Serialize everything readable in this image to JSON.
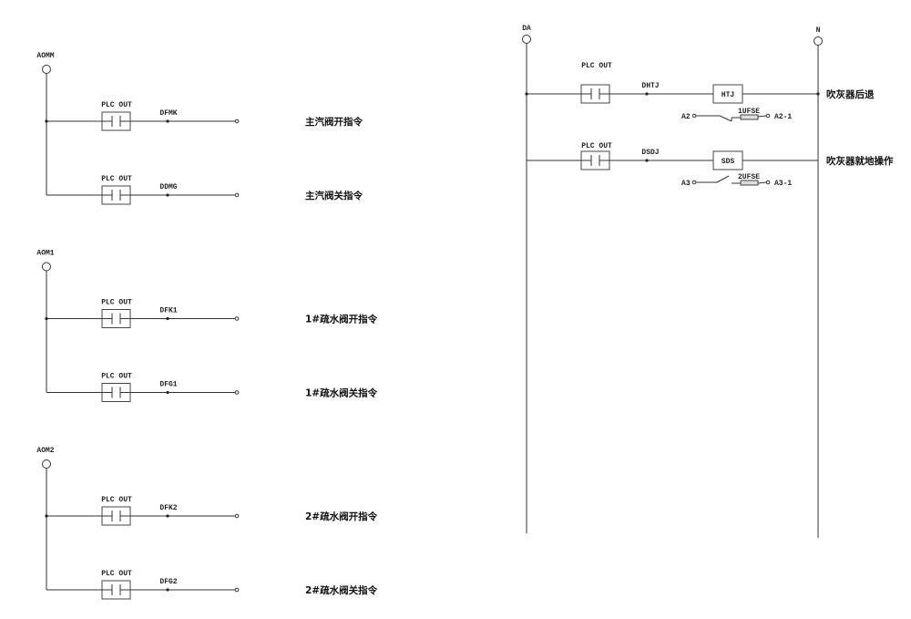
{
  "left_groups": [
    {
      "source": "AOMM",
      "rungs": [
        {
          "contact_label": "PLC OUT",
          "node": "DFMK",
          "description": "主汽阀开指令"
        },
        {
          "contact_label": "PLC OUT",
          "node": "DDMG",
          "description": "主汽阀关指令"
        }
      ]
    },
    {
      "source": "AOM1",
      "rungs": [
        {
          "contact_label": "PLC OUT",
          "node": "DFK1",
          "description": "1#疏水阀开指令"
        },
        {
          "contact_label": "PLC OUT",
          "node": "DFG1",
          "description": "1#疏水阀关指令"
        }
      ]
    },
    {
      "source": "AOM2",
      "rungs": [
        {
          "contact_label": "PLC OUT",
          "node": "DFK2",
          "description": "2#疏水阀开指令"
        },
        {
          "contact_label": "PLC OUT",
          "node": "DFG2",
          "description": "2#疏水阀关指令"
        }
      ]
    }
  ],
  "right_circuit": {
    "line_label": "DA",
    "neutral_label": "N",
    "rungs": [
      {
        "contact_label": "PLC OUT",
        "node": "DHTJ",
        "coil": "HTJ",
        "description": "吹灰器后退",
        "aux": {
          "from": "A2",
          "fuse": "1UFSE",
          "to": "A2-1"
        }
      },
      {
        "contact_label": "PLC OUT",
        "node": "DSDJ",
        "coil": "SDS",
        "description": "吹灰器就地操作",
        "aux": {
          "from": "A3",
          "fuse": "2UFSE",
          "to": "A3-1"
        }
      }
    ]
  }
}
